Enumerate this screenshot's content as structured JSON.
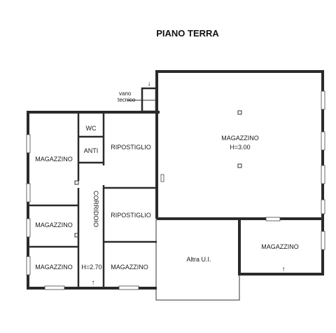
{
  "title": "PIANO TERRA",
  "tech_label": {
    "line1": "vano",
    "line2": "tecnico"
  },
  "rooms": {
    "magazzino_left_top": "MAGAZZINO",
    "wc": "WC",
    "anti": "ANTI",
    "ripostiglio_top": "RIPOSTIGLIO",
    "magazzino_big": "MAGAZZINO",
    "magazzino_big_height": "H=3.00",
    "corridoio": "CORRIDOIO",
    "magazzino_left_mid": "MAGAZZINO",
    "ripostiglio_mid": "RIPOSTIGLIO",
    "magazzino_left_bottom": "MAGAZZINO",
    "corridoio_height": "H=2.70",
    "magazzino_center_bottom": "MAGAZZINO",
    "altra_ui": "Altra U.I.",
    "magazzino_right_bottom": "MAGAZZINO"
  },
  "symbols": {
    "arrow_up": "↑",
    "arrow_down": "↓"
  }
}
